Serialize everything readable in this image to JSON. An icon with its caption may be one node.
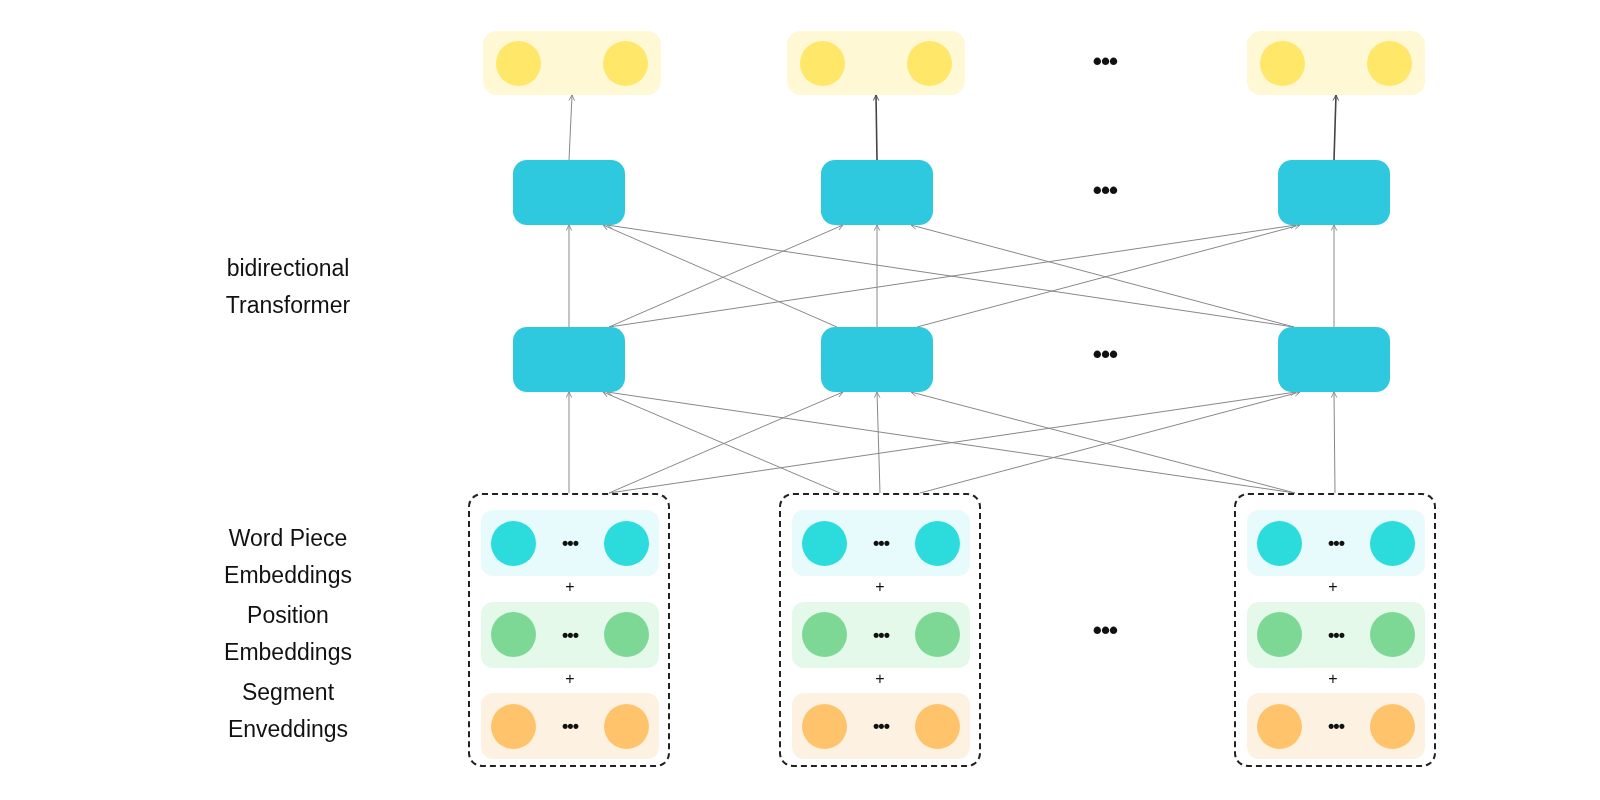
{
  "diagram": {
    "nodes": [
      {
        "text": [],
        "shape": "box"
      },
      {
        "text": [],
        "shape": "box"
      },
      {
        "text": [],
        "shape": "box"
      },
      {
        "text": [],
        "shape": "box"
      },
      {
        "text": [],
        "shape": "box"
      },
      {
        "text": [],
        "shape": "box"
      },
      {
        "text": [],
        "shape": "box"
      },
      {
        "text": [],
        "shape": "box"
      },
      {
        "text": [],
        "shape": "box"
      },
      {
        "text": [],
        "shape": "box"
      },
      {
        "text": [],
        "shape": "box"
      },
      {
        "text": [],
        "shape": "box"
      },
      {
        "text": [
          "•••"
        ],
        "in": 9
      },
      {
        "text": [
          "•••"
        ],
        "in": 9
      },
      {
        "text": [
          "•••"
        ],
        "in": 9
      },
      {
        "text": [
          "•••"
        ],
        "in": 10
      },
      {
        "text": [
          "•••"
        ],
        "in": 10
      },
      {
        "text": [
          "•••"
        ],
        "in": 10
      },
      {
        "text": [
          "•••"
        ],
        "in": 11
      },
      {
        "text": [
          "•••"
        ],
        "in": 11
      },
      {
        "text": [
          "•••"
        ],
        "in": 11
      }
    ],
    "edges": [
      {
        "from": 3,
        "to": 0,
        "arrow": "to"
      },
      {
        "from": 4,
        "to": 1,
        "arrow": "to",
        "color": "#444444"
      },
      {
        "from": 5,
        "to": 2,
        "arrow": "to",
        "color": "#444444"
      },
      {
        "from": 6,
        "to": 3,
        "arrow": "to"
      },
      {
        "from": 6,
        "to": 4,
        "arrow": "to"
      },
      {
        "from": 6,
        "to": 5,
        "arrow": "to"
      },
      {
        "from": 7,
        "to": 3,
        "arrow": "to"
      },
      {
        "from": 7,
        "to": 4,
        "arrow": "to"
      },
      {
        "from": 7,
        "to": 5,
        "arrow": "to"
      },
      {
        "from": 8,
        "to": 3,
        "arrow": "to"
      },
      {
        "from": 8,
        "to": 4,
        "arrow": "to"
      },
      {
        "from": 8,
        "to": 5,
        "arrow": "to"
      },
      {
        "from": 9,
        "to": 6,
        "arrow": "to"
      },
      {
        "from": 9,
        "to": 7,
        "arrow": "to"
      },
      {
        "from": 9,
        "to": 8,
        "arrow": "to"
      },
      {
        "from": 10,
        "to": 6,
        "arrow": "to"
      },
      {
        "from": 10,
        "to": 7,
        "arrow": "to"
      },
      {
        "from": 10,
        "to": 8,
        "arrow": "to"
      },
      {
        "from": 11,
        "to": 6,
        "arrow": "to"
      },
      {
        "from": 11,
        "to": 7,
        "arrow": "to"
      },
      {
        "from": 11,
        "to": 8,
        "arrow": "to"
      }
    ],
    "labels": [
      "•••",
      "•••",
      "bidirectional Transformer",
      "•••",
      "Word Piece Embeddings",
      "Position Embeddings",
      "Segment Enveddings",
      "+",
      "+",
      "+",
      "•••",
      "+",
      "+",
      "+"
    ]
  }
}
